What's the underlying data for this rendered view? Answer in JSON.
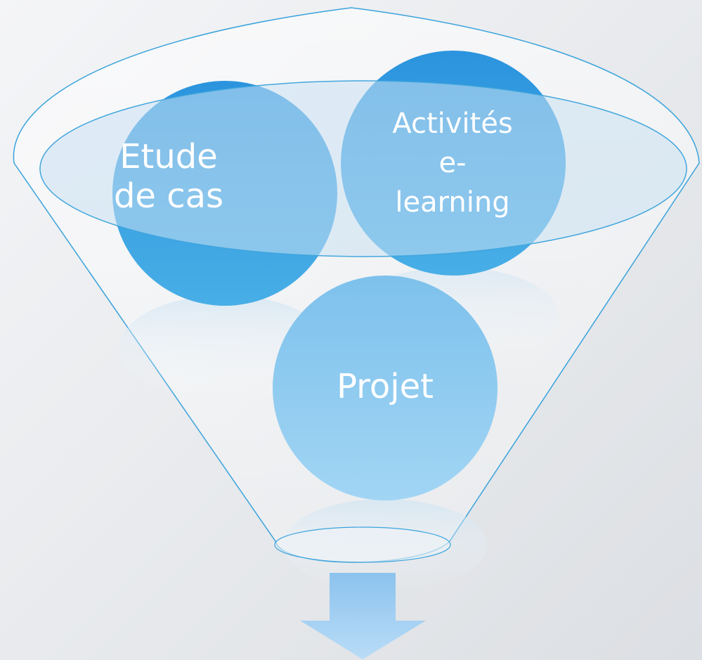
{
  "diagram": {
    "type": "funnel",
    "items": [
      {
        "id": "case",
        "label": "Etude\nde cas"
      },
      {
        "id": "elearning",
        "label": "Activités\ne-\nlearning"
      },
      {
        "id": "projet",
        "label": "Projet"
      }
    ],
    "colors": {
      "circle_strong": "#2f9ae0",
      "circle_light": "#7fc4ee",
      "funnel_stroke": "#3aa3dc",
      "arrow": "#9ccbf1"
    }
  }
}
